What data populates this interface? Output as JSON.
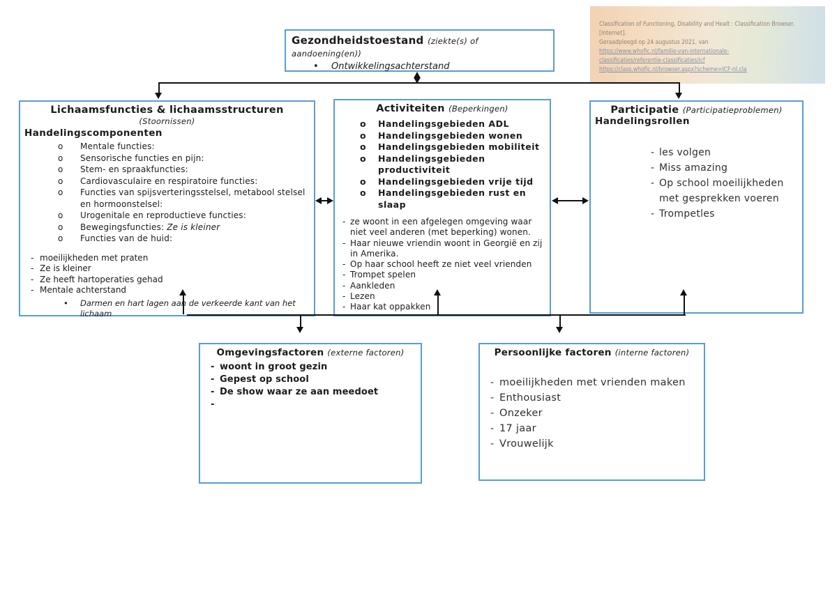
{
  "colors": {
    "box_border": "#5b9bd5",
    "connector": "#111111",
    "citation_gradient_left": "#f2d2b2",
    "citation_gradient_right": "#cfdfe9",
    "citation_text": "#8e8274",
    "citation_link": "#84909f"
  },
  "markers": {
    "circle": "o",
    "dash": "-",
    "bullet": "•"
  },
  "health_condition": {
    "title": "Gezondheidstoestand",
    "subtitle": "(ziekte(s) of aandoening(en))",
    "item": "Ontwikkelingsachterstand"
  },
  "citation": {
    "line1": "Classification of Functioning, Disability and Healt : Classification Browser. [Internet].",
    "line2": "Geraadpleegd op 24 augustus 2021, van",
    "link1": "https://www.whofic.nl/familie-van-internationale-classificaties/referentie-classificaties/icf",
    "link2": "https://class.whofic.nl/browser.aspx?scheme=ICF-nl.cla"
  },
  "body_functions": {
    "title": "Lichaamsfuncties & lichaamsstructuren",
    "subtitle": "(Stoornissen)",
    "heading": "Handelingscomponenten",
    "components": [
      "Mentale functies:",
      "Sensorische functies en pijn:",
      "Stem- en spraakfuncties:",
      "Cardiovasculaire en respiratoire functies:",
      "Functies van spijsverteringsstelsel, metabool stelsel en hormoonstelsel:",
      "Urogenitale en reproductieve functies:",
      "Bewegingsfuncties:",
      "Functies van de huid:"
    ],
    "movement_note": "Ze is kleiner",
    "observations": [
      "moeilijkheden met praten",
      "Ze is kleiner",
      "Ze heeft hartoperaties gehad",
      "Mentale achterstand"
    ],
    "sub_observation": "Darmen en hart lagen aan de verkeerde kant van het lichaam"
  },
  "activities": {
    "title": "Activiteiten",
    "subtitle": "(Beperkingen)",
    "domains": [
      "Handelingsgebieden ADL",
      "Handelingsgebieden wonen",
      "Handelingsgebieden mobiliteit",
      "Handelingsgebieden productiviteit",
      "Handelingsgebieden vrije tijd",
      "Handelingsgebieden rust en slaap"
    ],
    "observations": [
      "ze woont in een afgelegen omgeving waar niet veel anderen (met beperking) wonen.",
      "Haar nieuwe vriendin woont in Georgië en zij in Amerika.",
      "Op haar school heeft ze niet veel vrienden",
      "Trompet spelen",
      "Aankleden",
      "Lezen",
      "Haar kat oppakken"
    ]
  },
  "participation": {
    "title": "Participatie",
    "subtitle": "(Participatieproblemen)",
    "heading": "Handelingsrollen",
    "roles": [
      "les volgen",
      "Miss amazing",
      "Op school moeilijkheden met gesprekken voeren",
      "Trompetles"
    ]
  },
  "environmental": {
    "title": "Omgevingsfactoren",
    "subtitle": "(externe factoren)",
    "items": [
      "woont in groot gezin",
      "Gepest op school",
      "De show waar ze aan meedoet",
      ""
    ]
  },
  "personal": {
    "title": "Persoonlijke factoren",
    "subtitle": "(interne factoren)",
    "items": [
      "moeilijkheden met vrienden maken",
      "Enthousiast",
      "Onzeker",
      "17 jaar",
      "Vrouwelijk"
    ]
  }
}
